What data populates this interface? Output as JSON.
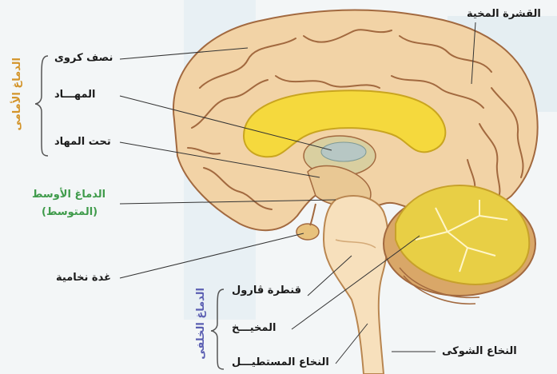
{
  "labels": {
    "cerebral_cortex": "القشرة المخية",
    "hemisphere": "نصف كروى",
    "thalamus": "المهـــاد",
    "hypothalamus": "تحت المهاد",
    "midbrain": "الدماغ الأوسط",
    "midbrain_alt": "(المتوسط)",
    "pituitary": "غدة نخامية",
    "pons": "قنطرة ڤارول",
    "cerebellum": "المخيـــخ",
    "medulla": "النخاع المستطيـــل",
    "spinal_cord": "النخاع الشوكى"
  },
  "groups": {
    "forebrain": "الدماغ الأمامى",
    "hindbrain": "الدماغ الخلفى"
  },
  "colors": {
    "brain": "#f2d3a6",
    "gyri_line": "#8a5a3a",
    "corpus": "#f5d93d",
    "cerebellum": "#e8cf45",
    "stem": "#f7e0bc",
    "forebrain_text": "#d3942a",
    "midbrain_text": "#3f9b4b",
    "hindbrain_text": "#5b5fb2"
  }
}
